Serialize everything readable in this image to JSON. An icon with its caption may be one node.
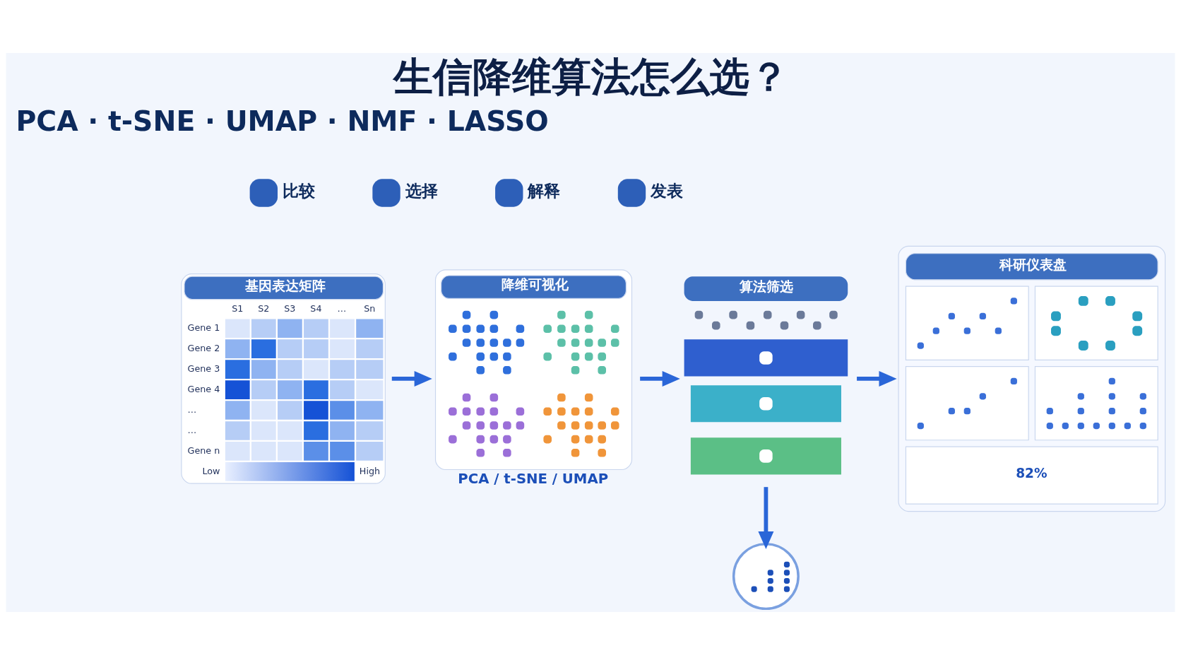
{
  "diagram": {
    "title": "生信降维算法怎么选？",
    "nodes": [
      {
        "text": [
          "基因表达矩阵",
          "S1",
          "S2",
          "S3",
          "S4",
          "…",
          "Sn",
          "Gene 1",
          "Gene 2",
          "Gene 3",
          "Gene 4",
          "…",
          "…",
          "Gene n",
          "Low",
          "High"
        ]
      },
      {
        "text": [
          "降维可视化"
        ],
        "beside": [
          "PCA / t-SNE / UMAP"
        ]
      },
      {
        "text": [
          "算法筛选"
        ]
      },
      {
        "text": [],
        "shape": "circle"
      },
      {
        "text": [
          "科研仪表盘",
          "82%"
        ]
      }
    ],
    "edges": [
      {
        "from": 0,
        "to": 1,
        "arrow": "to"
      },
      {
        "from": 1,
        "to": 2,
        "arrow": "to"
      },
      {
        "from": 2,
        "to": 4,
        "arrow": "to"
      },
      {
        "from": 2,
        "to": 3,
        "arrow": "to"
      }
    ],
    "labels": [
      "PCA · t-SNE · UMAP · NMF · LASSO",
      "比较",
      "选择",
      "解释",
      "发表"
    ]
  }
}
